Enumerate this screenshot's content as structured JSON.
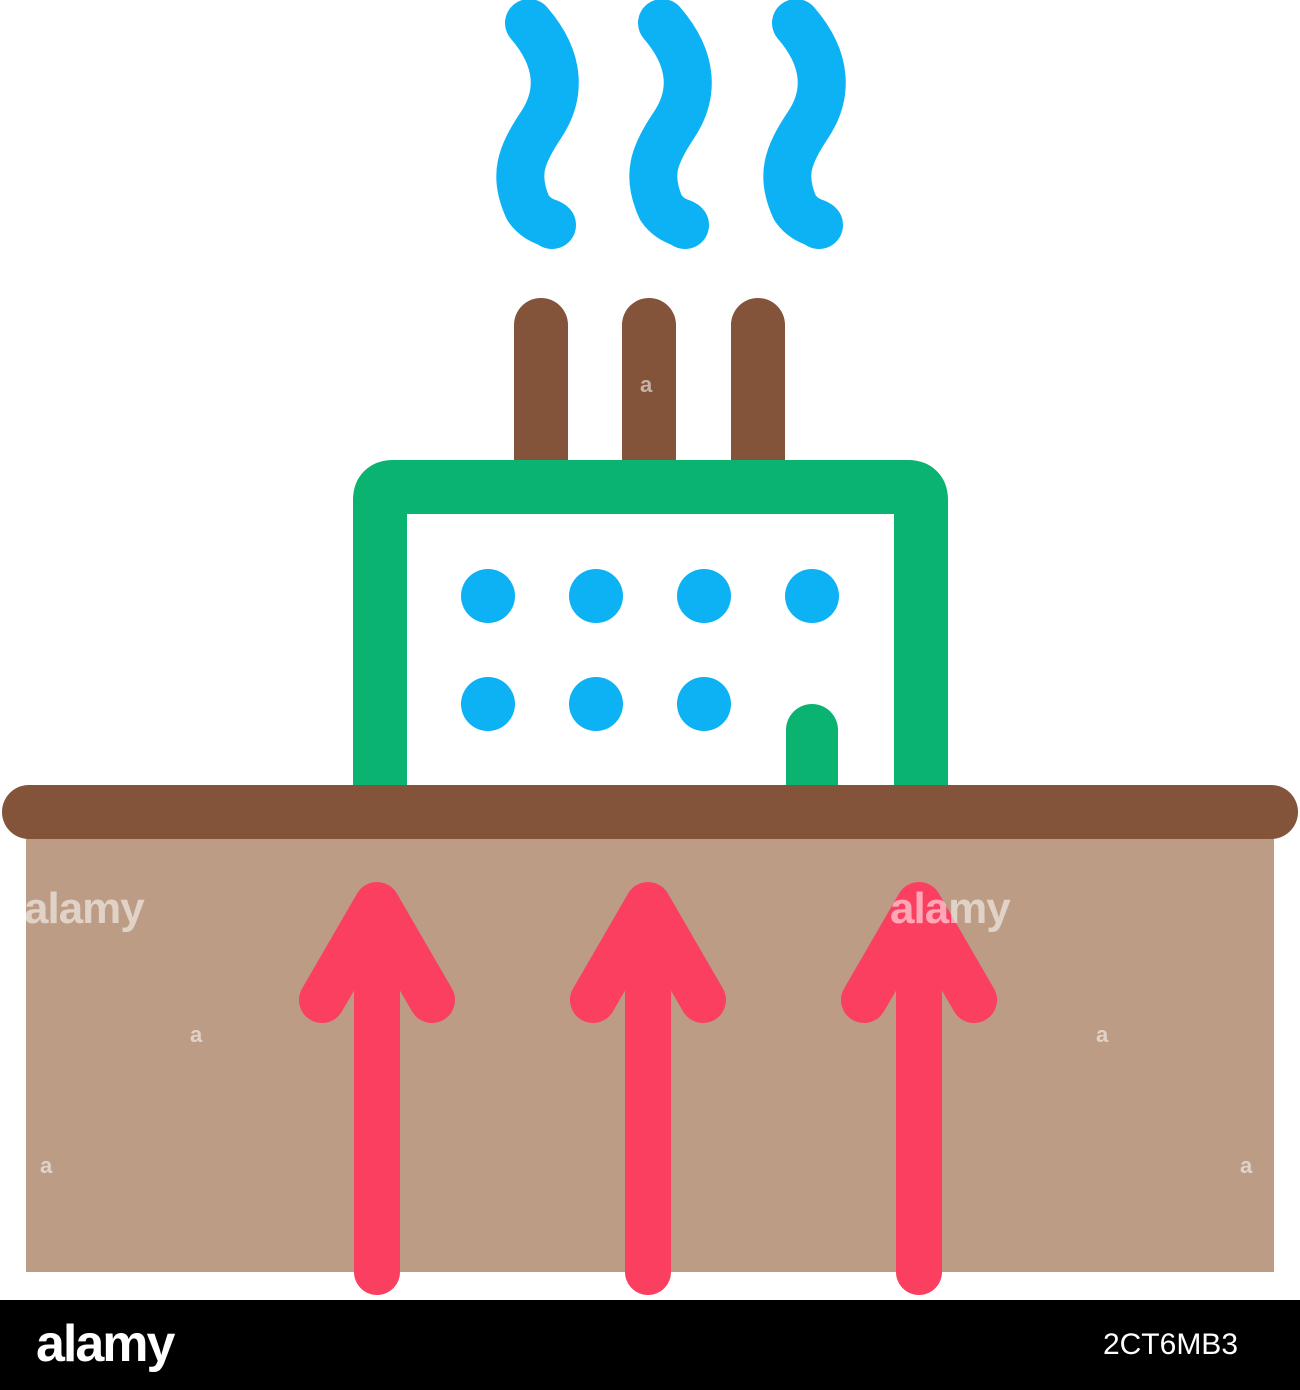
{
  "watermark": {
    "brand": "alamy",
    "mark": "a"
  },
  "footer": {
    "logo": "alamy",
    "image_id": "2CT6MB3"
  },
  "colors": {
    "steam": "#0DB2F5",
    "chimney": "#83543A",
    "building": "#0AB36F",
    "windows": "#0DB2F5",
    "ground_surface": "#83543A",
    "ground_fill": "#BD9C86",
    "heat_arrows": "#FA3F61"
  },
  "icon": "geothermal-power-plant-icon"
}
